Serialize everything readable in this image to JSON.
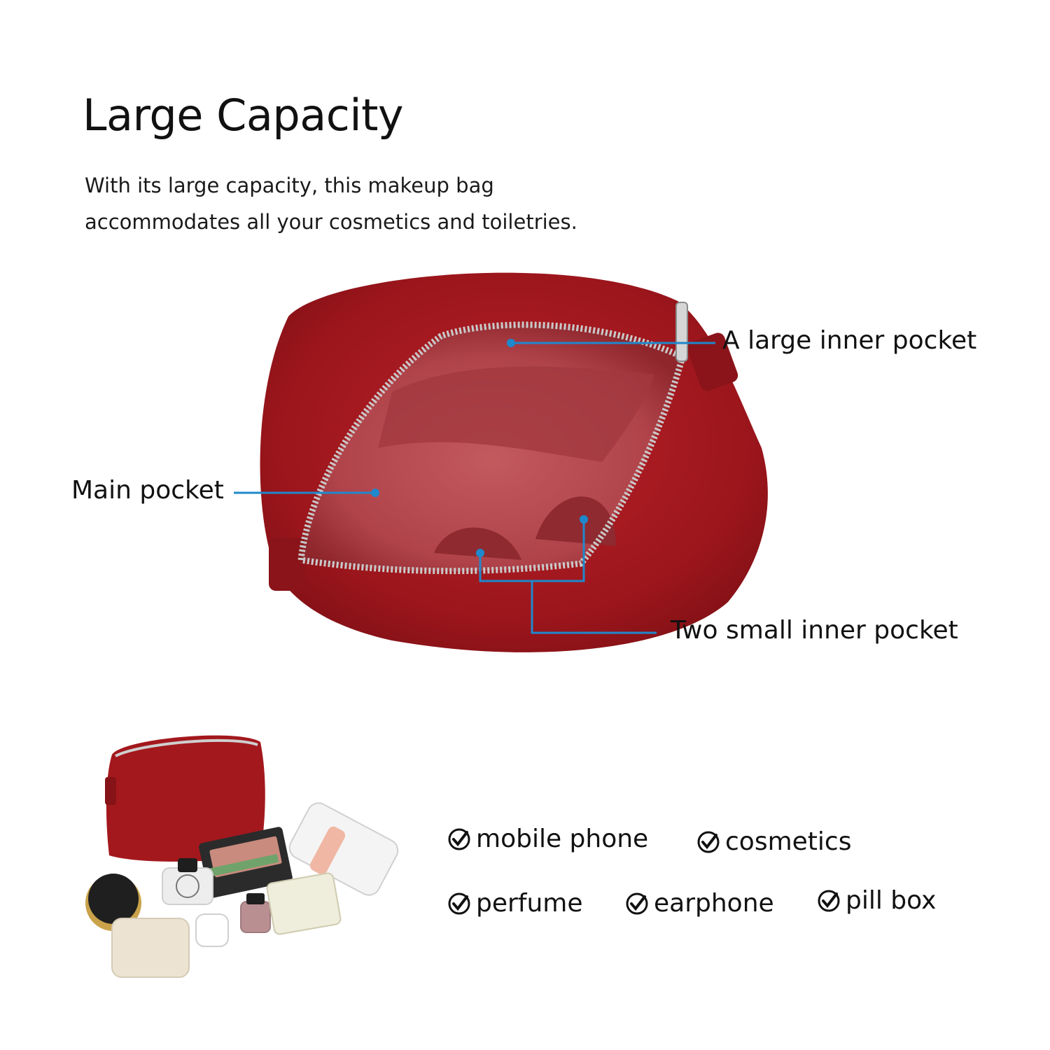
{
  "header": {
    "title": "Large Capacity",
    "description_line1": "With its large capacity, this makeup bag",
    "description_line2": "accommodates all your cosmetics and toiletries."
  },
  "callouts": {
    "large_inner_pocket": "A large inner pocket",
    "main_pocket": "Main pocket",
    "small_inner_pockets": "Two small inner pocket"
  },
  "contents_list": [
    {
      "label": "mobile phone",
      "icon": "check-circle-icon"
    },
    {
      "label": "cosmetics",
      "icon": "check-circle-icon"
    },
    {
      "label": "perfume",
      "icon": "check-circle-icon"
    },
    {
      "label": "earphone",
      "icon": "check-circle-icon"
    },
    {
      "label": "pill box",
      "icon": "check-circle-icon"
    }
  ],
  "colors": {
    "bag_red": "#a3181d",
    "bag_interior": "#b8454b",
    "callout_line": "#1f88cc",
    "text": "#111111"
  }
}
